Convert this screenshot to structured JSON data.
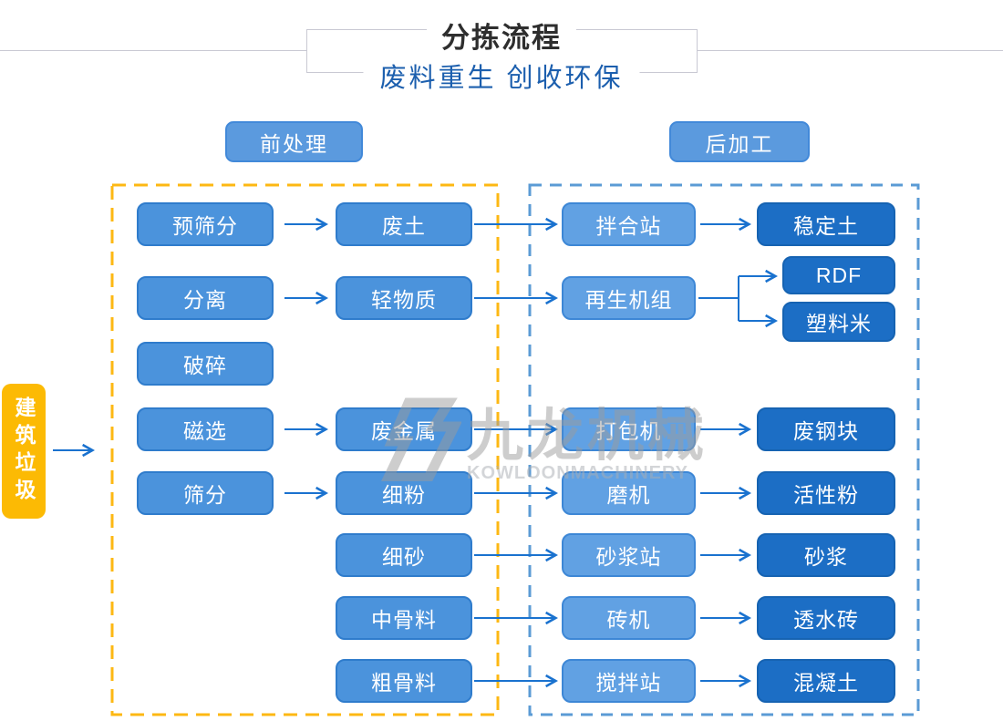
{
  "header": {
    "title": "分拣流程",
    "subtitle": "废料重生 创收环保"
  },
  "section_labels": {
    "pre": "前处理",
    "post": "后加工"
  },
  "source": {
    "label": "建筑垃圾"
  },
  "flow": {
    "col1": [
      "预筛分",
      "分离",
      "破碎",
      "磁选",
      "筛分"
    ],
    "col2": [
      "废土",
      "轻物质",
      "废金属",
      "细粉",
      "细砂",
      "中骨料",
      "粗骨料"
    ],
    "col3": [
      "拌合站",
      "再生机组",
      "打包机",
      "磨机",
      "砂浆站",
      "砖机",
      "搅拌站"
    ],
    "col4": [
      "稳定土",
      "RDF",
      "塑料米",
      "废钢块",
      "活性粉",
      "砂浆",
      "透水砖",
      "混凝土"
    ]
  },
  "watermark": {
    "cn": "九龙机械",
    "en": "KOWLOONMACHINERY"
  },
  "colors": {
    "node_mid": "#4b93dc",
    "node_light": "#61a1e3",
    "node_dark": "#1c6ec5",
    "source_yellow": "#fcba04",
    "zone_pre_dash": "#fdb813",
    "zone_post_dash": "#5b9bd5",
    "arrow_blue": "#1a72cf",
    "subtitle_blue": "#1c5fae",
    "title_gray": "#2e2e2e"
  }
}
